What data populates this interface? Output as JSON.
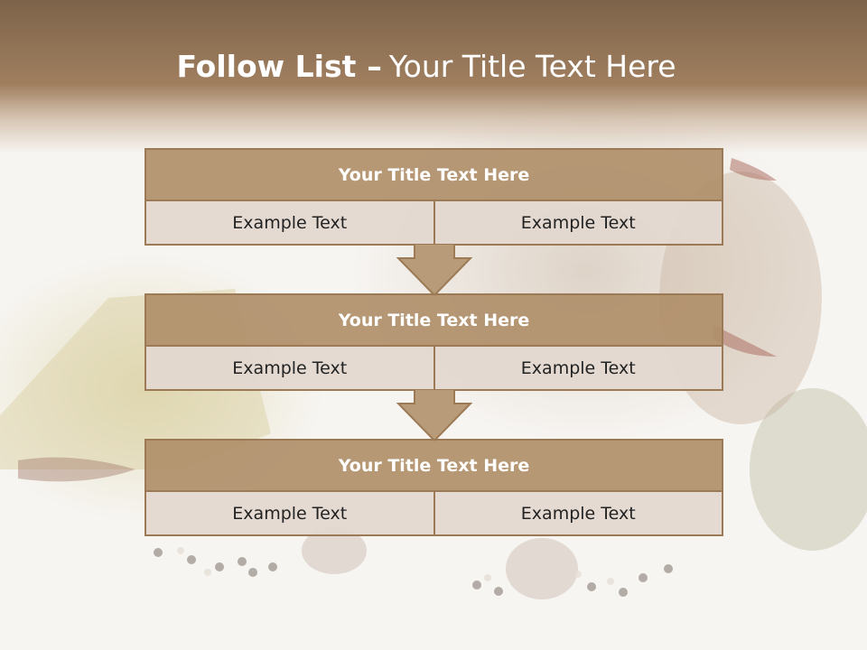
{
  "slide": {
    "title_bold": "Follow List",
    "title_separator": "–",
    "title_rest": "Your Title Text Here"
  },
  "steps": [
    {
      "title": "Your Title Text Here",
      "cells": [
        "Example Text",
        "Example Text"
      ]
    },
    {
      "title": "Your Title Text Here",
      "cells": [
        "Example Text",
        "Example Text"
      ]
    },
    {
      "title": "Your Title Text Here",
      "cells": [
        "Example Text",
        "Example Text"
      ]
    }
  ],
  "colors": {
    "header_band": "#7d634a",
    "block_head": "#b08f6a",
    "block_cell": "#e2d8cf",
    "border": "#9c7a55",
    "arrow": "#b89b78"
  },
  "icons": [
    "down-arrow-icon"
  ]
}
